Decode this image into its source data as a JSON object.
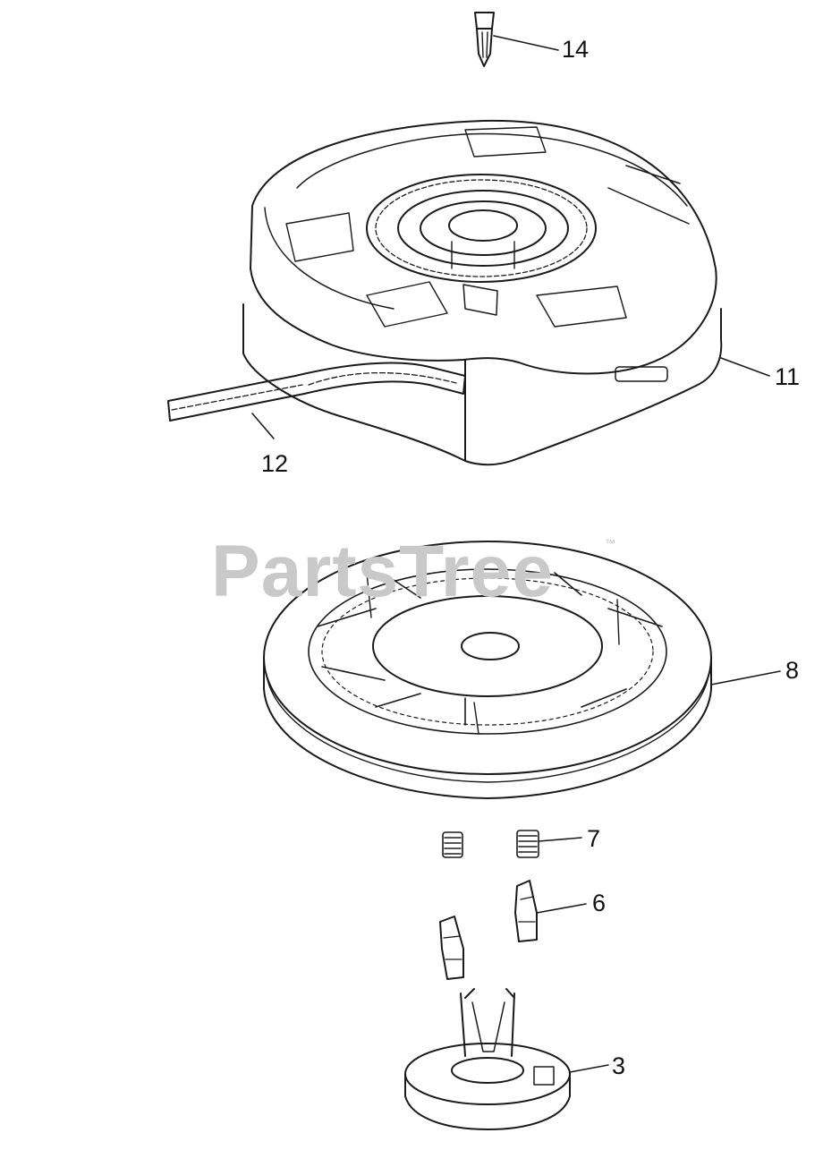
{
  "watermark": {
    "text": "PartsTree",
    "trademark": "™"
  },
  "callouts": [
    {
      "id": "part-14",
      "label": "14"
    },
    {
      "id": "part-11",
      "label": "11"
    },
    {
      "id": "part-12",
      "label": "12"
    },
    {
      "id": "part-8",
      "label": "8"
    },
    {
      "id": "part-7",
      "label": "7"
    },
    {
      "id": "part-6",
      "label": "6"
    },
    {
      "id": "part-3",
      "label": "3"
    }
  ],
  "colors": {
    "line": "#1a1a1a",
    "watermark": "#c9c9c9",
    "background": "#ffffff"
  }
}
